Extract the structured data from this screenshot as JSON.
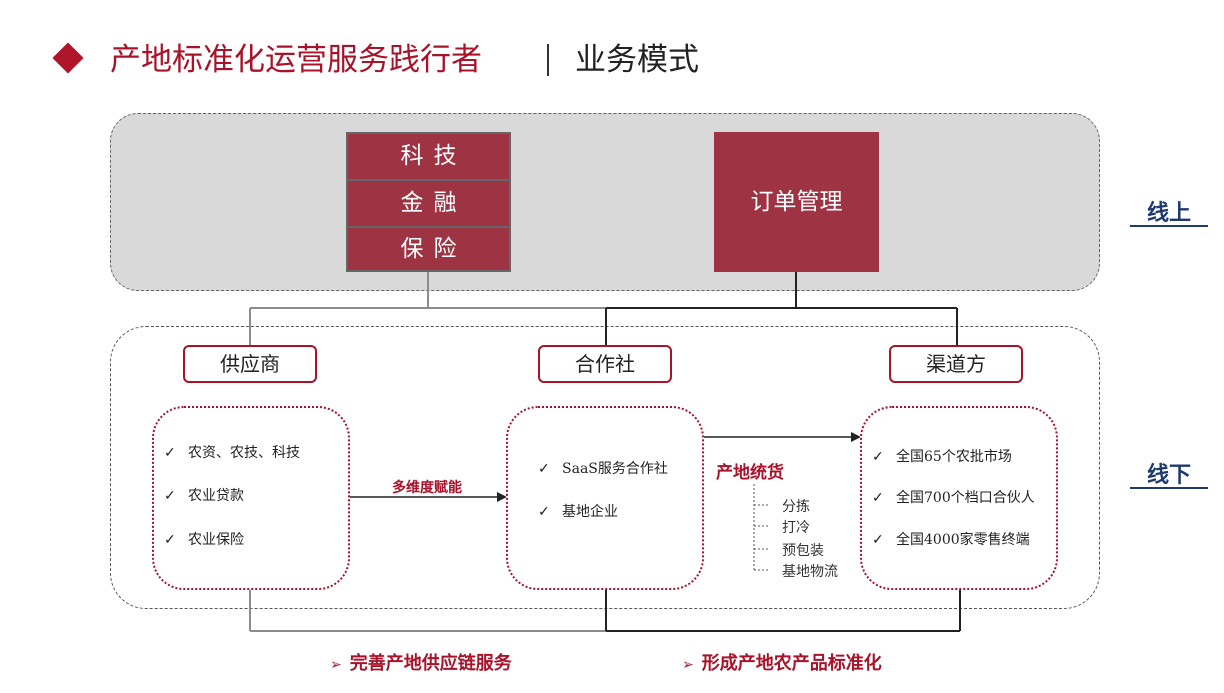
{
  "header": {
    "title": "产地标准化运营服务践行者",
    "subtitle": "业务模式"
  },
  "online": {
    "stack": [
      "科技",
      "金融",
      "保险"
    ],
    "order": "订单管理",
    "label": "线上"
  },
  "offline": {
    "label": "线下",
    "nodes": {
      "supplier": "供应商",
      "coop": "合作社",
      "channel": "渠道方"
    },
    "supplier_items": [
      "农资、农技、科技",
      "农业贷款",
      "农业保险"
    ],
    "coop_items": [
      "SaaS服务合作社",
      "基地企业"
    ],
    "channel_items": [
      "全国65个农批市场",
      "全国700个档口合伙人",
      "全国4000家零售终端"
    ],
    "edge_label": "多维度赋能",
    "process": {
      "title": "产地统货",
      "steps": [
        "分拣",
        "打冷",
        "预包装",
        "基地物流"
      ]
    }
  },
  "outcomes": [
    "完善产地供应链服务",
    "形成产地农产品标准化"
  ],
  "colors": {
    "accent": "#a8132a",
    "box_fill": "#9e3344",
    "label_blue": "#1e3a6e"
  },
  "icons": {
    "check": "✓",
    "arrow": "➢"
  }
}
